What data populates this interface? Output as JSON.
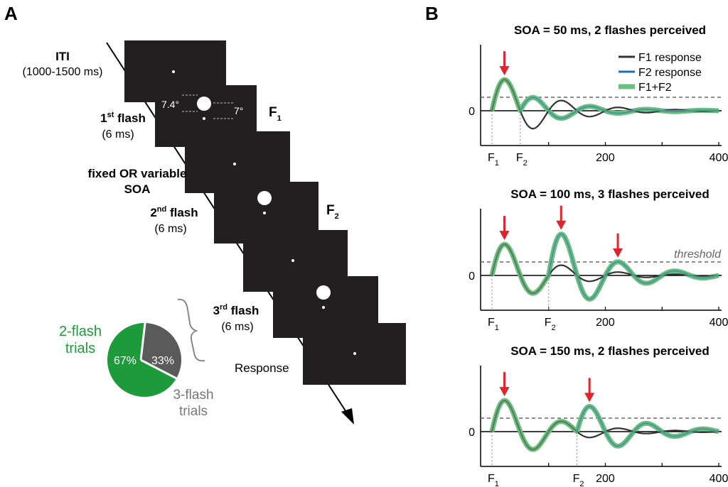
{
  "panel_a": {
    "panel_label": "A",
    "iti_title": "ITI",
    "iti_duration": "(1000-1500 ms)",
    "flash1_num": "1",
    "flash1_sup": "st",
    "flash1_word": " flash",
    "flash1_duration": "(6 ms)",
    "soa_line1": "fixed OR variable",
    "soa_line2": "SOA",
    "flash2_num": "2",
    "flash2_sup": "nd",
    "flash2_word": " flash",
    "flash2_duration": "(6 ms)",
    "flash3_num": "3",
    "flash3_sup": "rd",
    "flash3_word": " flash",
    "flash3_duration": "(6 ms)",
    "response": "Response",
    "f1_main": "F",
    "f1_sub": "1",
    "f2_main": "F",
    "f2_sub": "2",
    "angle_large": "7.4°",
    "angle_small": "7°",
    "pie": {
      "two_flash_label_line1": "2-flash",
      "two_flash_label_line2": "trials",
      "three_flash_label_line1": "3-flash",
      "three_flash_label_line2": "trials",
      "two_flash_pct_text": "67%",
      "three_flash_pct_text": "33%",
      "two_flash_pct": 67,
      "three_flash_pct": 33,
      "two_flash_color": "#1d9a3a",
      "three_flash_color": "#5a5a5a"
    }
  },
  "panel_b": {
    "panel_label": "B",
    "legend": {
      "f1": "F1 response",
      "f2": "F2 response",
      "sum": "F1+F2"
    },
    "colors": {
      "f1": "#333333",
      "f2": "#1a6fb5",
      "sum": "#6dbf7e",
      "arrow": "#e0232c",
      "threshold": "#666666"
    },
    "threshold_label": "threshold",
    "zero_label": "0",
    "tick_200": "200",
    "tick_400": "400",
    "onset_main": "F",
    "onset_sub1": "1",
    "onset_sub2": "2",
    "plots": [
      {
        "title": "SOA = 50 ms, 2 flashes perceived",
        "soa_ms": 50
      },
      {
        "title": "SOA = 100 ms, 3 flashes perceived",
        "soa_ms": 100
      },
      {
        "title": "SOA = 150 ms, 2 flashes perceived",
        "soa_ms": 150
      }
    ]
  }
}
